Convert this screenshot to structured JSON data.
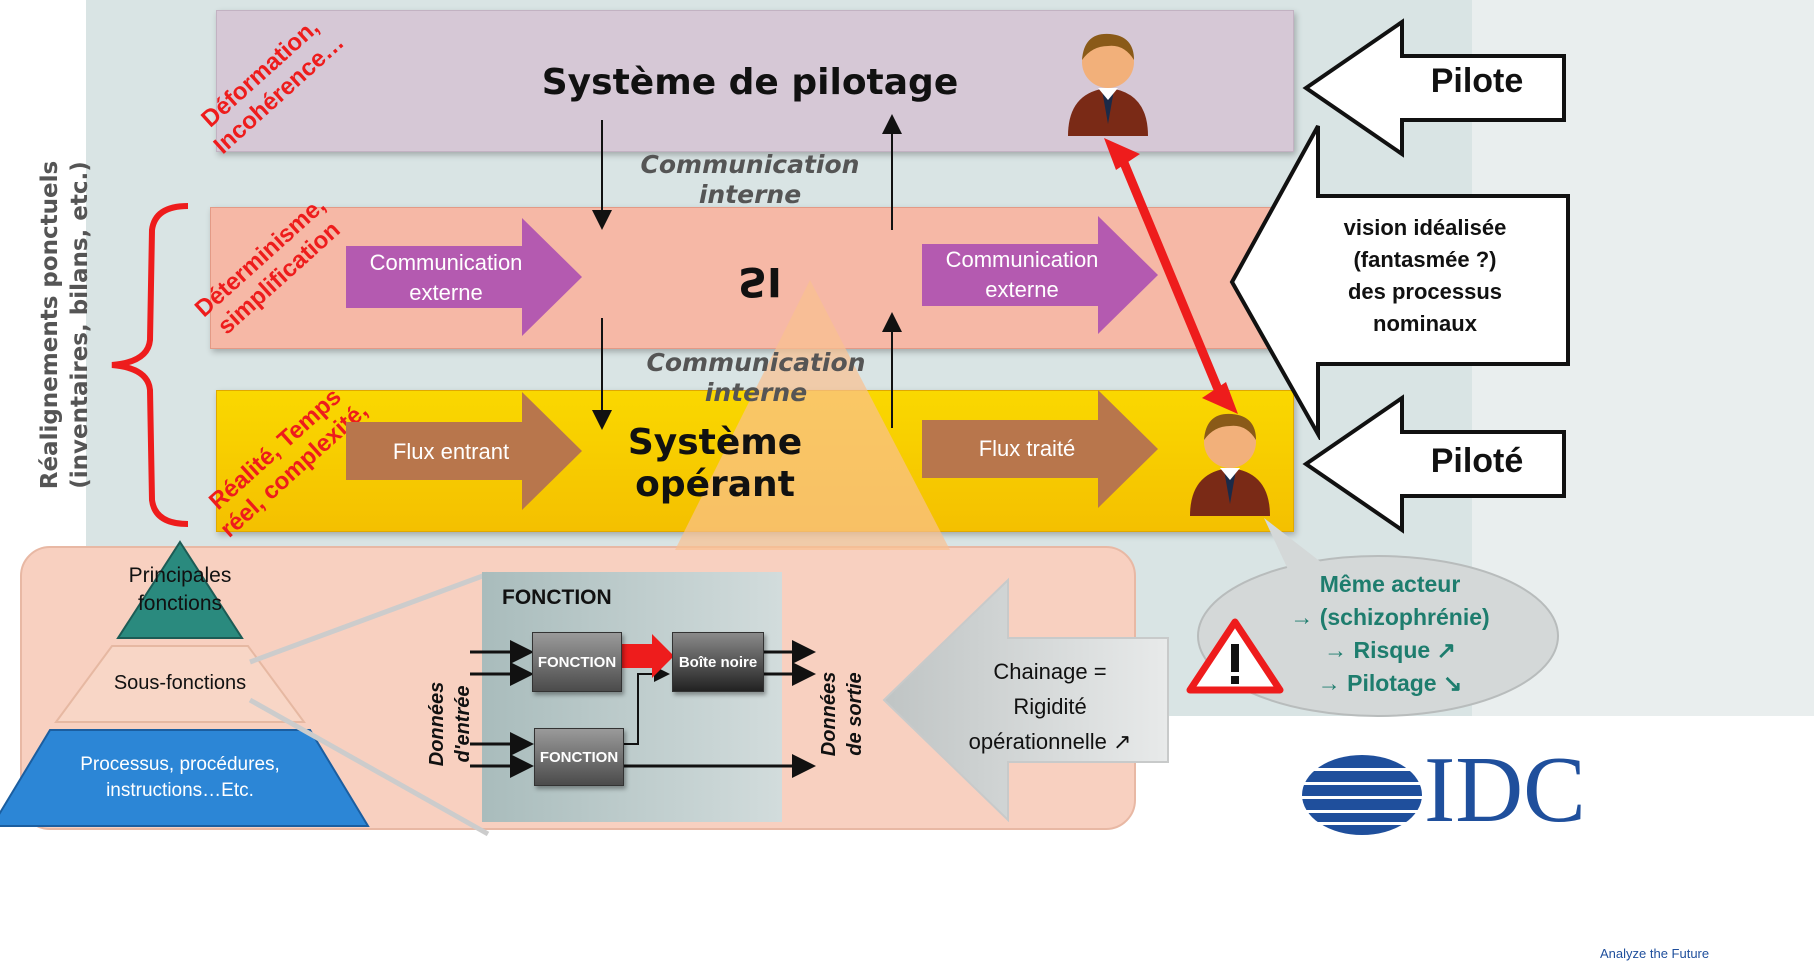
{
  "side_title": {
    "line1": "Réalignements ponctuels",
    "line2": "(inventaires, bilans, etc.)"
  },
  "bands": {
    "pilotage": {
      "title": "Système de pilotage",
      "annotation_l1": "Déformation,",
      "annotation_l2": "Incohérence…"
    },
    "si": {
      "title": "SI",
      "annotation_l1": "Déterminisme,",
      "annotation_l2": "simplification"
    },
    "operant": {
      "title_l1": "Système",
      "title_l2": "opérant",
      "annotation_l1": "Réalité, Temps",
      "annotation_l2": "réel, complexité,"
    }
  },
  "communication_interne": {
    "top_l1": "Communication",
    "top_l2": "interne",
    "bottom_l1": "Communication",
    "bottom_l2": "interne"
  },
  "flow_arrows": {
    "comm_ext_left": {
      "l1": "Communication",
      "l2": "externe"
    },
    "comm_ext_right": {
      "l1": "Communication",
      "l2": "externe"
    },
    "flux_entrant": "Flux entrant",
    "flux_traite": "Flux traité"
  },
  "right_panel": {
    "pilote": "Pilote",
    "pilote_label": "Piloté",
    "vision_l1": "vision idéalisée",
    "vision_l2": "(fantasmée ?)",
    "vision_l3": "des processus",
    "vision_l4": "nominaux"
  },
  "speech_bubble": {
    "l1": "Même acteur",
    "l2": "→ (schizophrénie)",
    "l3": "→ Risque ↗",
    "l4": "→ Pilotage ↘"
  },
  "pyramid": {
    "top_l1": "Principales",
    "top_l2": "fonctions",
    "middle": "Sous-fonctions",
    "bottom_l1": "Processus, procédures,",
    "bottom_l2": "instructions…Etc."
  },
  "function_box": {
    "title": "FONCTION",
    "fn1": "FONCTION",
    "fn2": "FONCTION",
    "black_box": "Boîte noire",
    "input_l1": "Données",
    "input_l2": "d'entrée",
    "output_l1": "Données",
    "output_l2": "de sortie"
  },
  "chainage": {
    "l1": "Chainage =",
    "l2": "Rigidité",
    "l3": "opérationnelle ↗"
  },
  "logo": {
    "text": "IDC",
    "tagline": "Analyze the Future"
  },
  "colors": {
    "pilotage_band": "#d6c8d6",
    "si_band": "#f6b8a6",
    "operant_band": "#f8c400",
    "accent_red": "#ee1c1c",
    "teal": "#1e7d6e",
    "idc_blue": "#1f4f9c"
  }
}
